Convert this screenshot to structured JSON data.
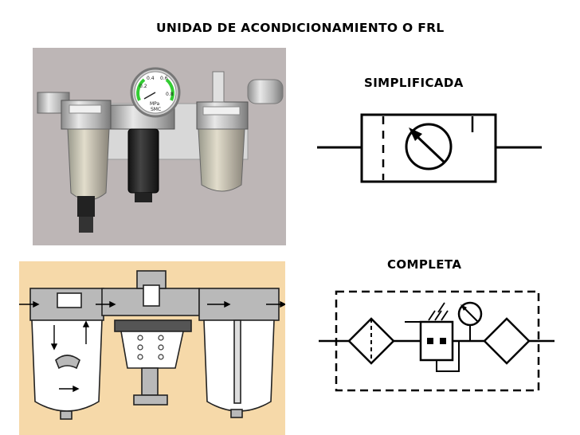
{
  "title": "UNIDAD DE ACONDICIONAMIENTO O FRL",
  "labels": {
    "simplified": "SIMPLIFICADA",
    "complete": "COMPLETA"
  },
  "gauge": {
    "ticks": [
      "0.2",
      "0.4",
      "0.6",
      "0.8"
    ],
    "unit": "MPa",
    "brand": "SMC"
  },
  "colors": {
    "photo_bg": "#bdb6b6",
    "cutaway_bg": "#f6d9a9",
    "symbol_stroke": "#000000"
  }
}
